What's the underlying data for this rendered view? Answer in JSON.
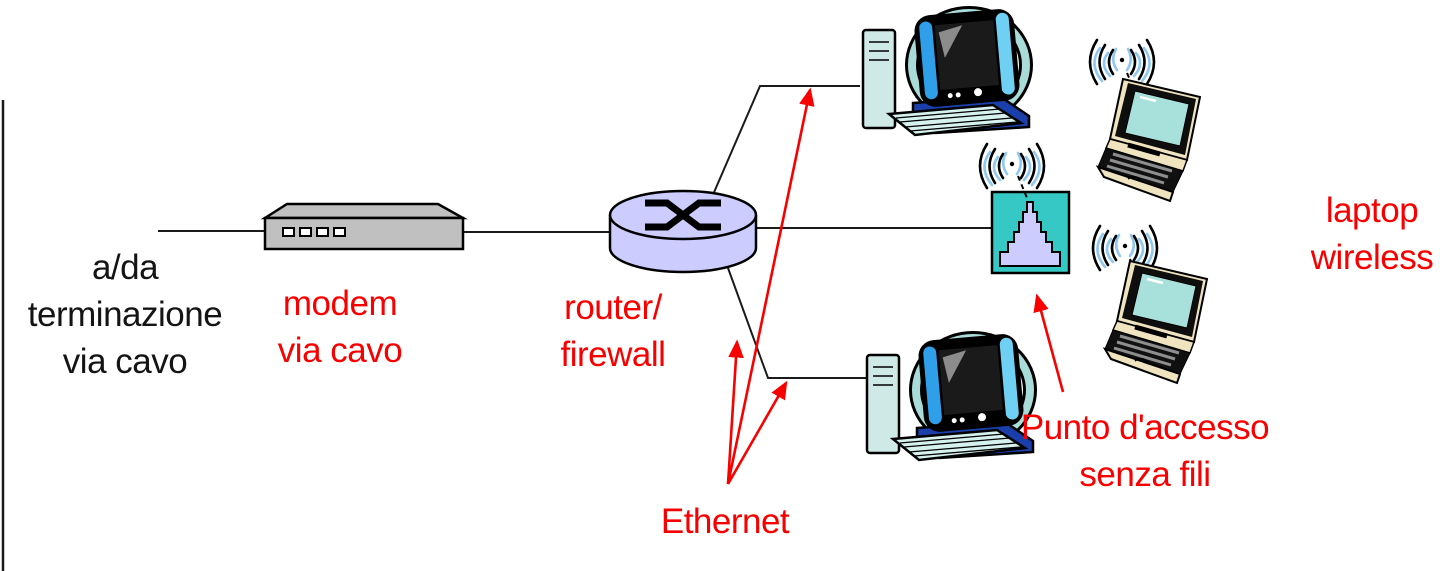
{
  "diagram_type": "network-topology",
  "colors": {
    "label_red": "#F80000",
    "label_black": "#141414",
    "router_fill": "#CCCCFF",
    "access_point_box": "#35C8C4",
    "access_point_pyramid": "#CCCCFF",
    "modem_fill": "#C0C0C0",
    "wire_black": "#1A1A1A",
    "arrow_red": "#F80000",
    "wave_blue": "#8FC8F0",
    "pc_base_blue": "#1B3FAA",
    "pc_teal": "#A9DCD8",
    "laptop_cream": "#EFE3C0",
    "laptop_screen": "#A8E0DC"
  },
  "labels": {
    "cable_termination": {
      "lines": [
        "a/da",
        "terminazione",
        "via cavo"
      ]
    },
    "cable_modem": {
      "lines": [
        "modem",
        "via cavo"
      ]
    },
    "router_firewall": {
      "lines": [
        "router/",
        "firewall"
      ]
    },
    "ethernet": {
      "lines": [
        "Ethernet"
      ]
    },
    "access_point": {
      "lines": [
        "Punto d'accesso",
        "senza fili"
      ]
    },
    "wireless_laptop": {
      "lines": [
        "laptop",
        "wireless"
      ]
    }
  },
  "icons": {
    "cable_modem": "gray-3d-box-with-ports",
    "router_firewall": "lavender-cylinder-with-crossed-switch-symbol",
    "desktop_pc": "crt-monitor-tower-keyboard-clipart",
    "access_point": "teal-square-with-stepped-pyramid",
    "laptop": "tilted-laptop-clipart",
    "wireless_waves": "radiating-arcs"
  },
  "nodes": [
    {
      "name": "cable-termination-line",
      "label_ref": "cable_termination"
    },
    {
      "name": "cable-modem",
      "label_ref": "cable_modem"
    },
    {
      "name": "router-firewall",
      "label_ref": "router_firewall"
    },
    {
      "name": "desktop-pc-top"
    },
    {
      "name": "desktop-pc-bottom"
    },
    {
      "name": "access-point",
      "label_ref": "access_point"
    },
    {
      "name": "laptop-top",
      "label_ref": "wireless_laptop"
    },
    {
      "name": "laptop-bottom",
      "label_ref": "wireless_laptop"
    }
  ],
  "edges": [
    {
      "from": "cable-termination-line",
      "to": "cable-modem",
      "type": "wire"
    },
    {
      "from": "cable-modem",
      "to": "router-firewall",
      "type": "wire"
    },
    {
      "from": "router-firewall",
      "to": "desktop-pc-top",
      "type": "ethernet"
    },
    {
      "from": "router-firewall",
      "to": "desktop-pc-bottom",
      "type": "ethernet"
    },
    {
      "from": "router-firewall",
      "to": "access-point",
      "type": "wire"
    },
    {
      "from": "access-point",
      "to": "laptop-top",
      "type": "wireless"
    },
    {
      "from": "access-point",
      "to": "laptop-bottom",
      "type": "wireless"
    }
  ],
  "annotations": [
    {
      "label_ref": "ethernet",
      "arrow_targets": 3
    },
    {
      "label_ref": "access_point",
      "arrow_targets": 1
    }
  ]
}
